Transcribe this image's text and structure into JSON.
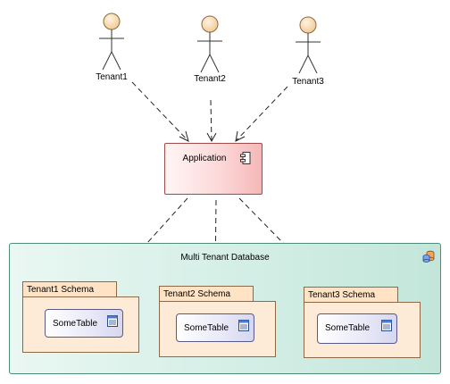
{
  "actors": [
    {
      "id": "tenant1",
      "label": "Tenant1"
    },
    {
      "id": "tenant2",
      "label": "Tenant2"
    },
    {
      "id": "tenant3",
      "label": "Tenant3"
    }
  ],
  "application": {
    "label": "Application",
    "icon": "component-icon"
  },
  "database": {
    "label": "Multi Tenant Database",
    "icon": "database-icon",
    "schemas": [
      {
        "label": "Tenant1 Schema",
        "table": "SomeTable"
      },
      {
        "label": "Tenant2 Schema",
        "table": "SomeTable"
      },
      {
        "label": "Tenant3 Schema",
        "table": "SomeTable"
      }
    ]
  },
  "colors": {
    "actor_fill": "#f8dcb3",
    "application_fill": "#f9c6c6",
    "database_fill": "#d3eee4",
    "schema_fill": "#fdebd7",
    "table_fill": "#e8e8f8"
  }
}
